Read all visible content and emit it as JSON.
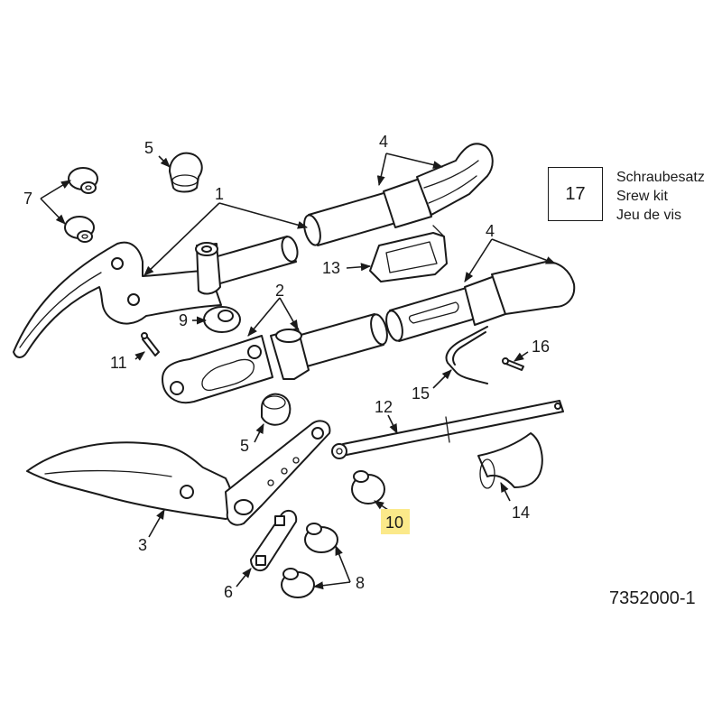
{
  "part_numbers": {
    "p1": "1",
    "p2": "2",
    "p3": "3",
    "p4a": "4",
    "p4b": "4",
    "p5a": "5",
    "p5b": "5",
    "p6": "6",
    "p7": "7",
    "p8": "8",
    "p9": "9",
    "p10": "10",
    "p11": "11",
    "p12": "12",
    "p13": "13",
    "p14": "14",
    "p15": "15",
    "p16": "16"
  },
  "legend": {
    "number": "17",
    "line1": "Schraubesatz",
    "line2": "Srew kit",
    "line3": "Jeu de vis"
  },
  "drawing_number": "7352000-1",
  "colors": {
    "highlight": "#fbe98a",
    "ink": "#1a1a1a"
  }
}
